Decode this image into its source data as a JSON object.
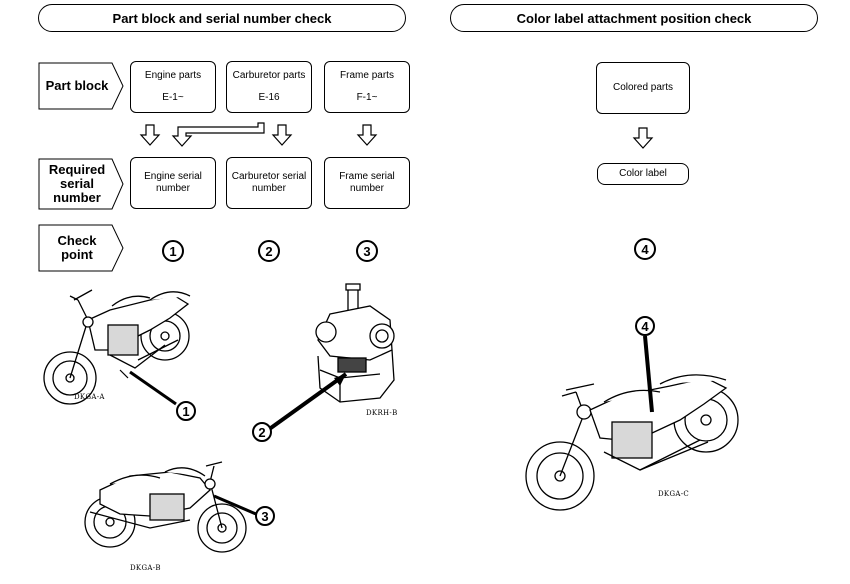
{
  "headers": {
    "left": "Part block and serial number check",
    "right": "Color label attachment position check"
  },
  "row_labels": {
    "part_block": "Part block",
    "required_serial": [
      "Required",
      "serial",
      "number"
    ],
    "check_point": [
      "Check",
      "point"
    ]
  },
  "part_blocks": [
    {
      "name": "Engine parts",
      "code": "E-1~"
    },
    {
      "name": "Carburetor parts",
      "code": "E-16"
    },
    {
      "name": "Frame parts",
      "code": "F-1~"
    }
  ],
  "serials": [
    [
      "Engine serial",
      "number"
    ],
    [
      "Carburetor serial",
      "number"
    ],
    [
      "Frame serial",
      "number"
    ]
  ],
  "check_points": [
    "1",
    "2",
    "3"
  ],
  "color_check": {
    "colored_parts": "Colored parts",
    "color_label": "Color label",
    "check_point": "4"
  },
  "figures": {
    "cap_a": "DKGA-A",
    "cap_b": "DKGA-B",
    "cap_carb": "DKRH-B",
    "cap_c": "DKGA-C"
  }
}
